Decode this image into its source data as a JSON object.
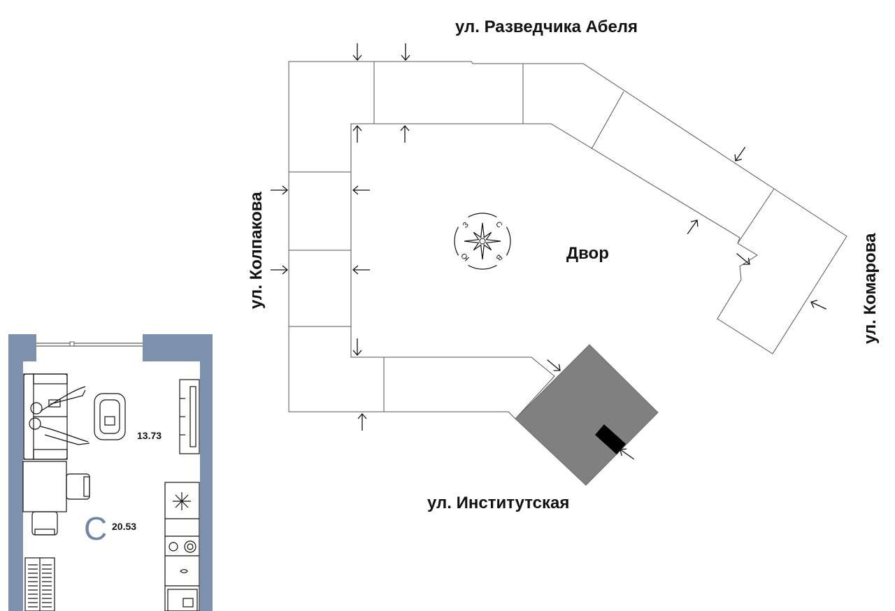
{
  "streets": {
    "north": "ул. Разведчика Абеля",
    "west": "ул. Колпакова",
    "east": "ул. Комарова",
    "south": "ул. Институтская"
  },
  "yard_label": "Двор",
  "compass": {
    "north": "С",
    "east": "В",
    "south": "Ю",
    "west": "З"
  },
  "apartment": {
    "living_area": "13.73",
    "total_area": "20.53",
    "type_letter": "C"
  },
  "colors": {
    "wall": "#7d91ad",
    "highlighted_section": "#808080",
    "entrance": "#000000",
    "type_letter": "#6d86a6"
  }
}
